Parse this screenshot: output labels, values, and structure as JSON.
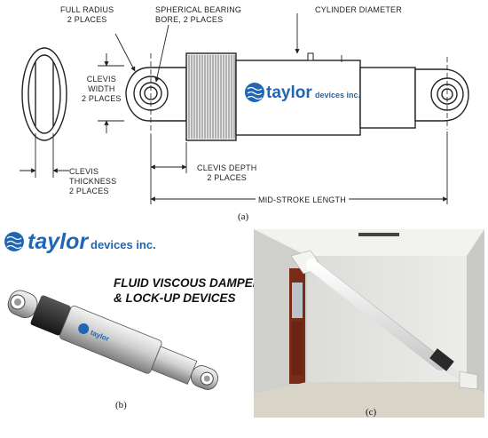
{
  "panel_a": {
    "labels": {
      "full_radius": "FULL RADIUS\n2 PLACES",
      "spherical_bearing": "SPHERICAL BEARING\nBORE, 2 PLACES",
      "cylinder_diameter": "CYLINDER DIAMETER",
      "clevis_width": "CLEVIS\nWIDTH\n2 PLACES",
      "clevis_thickness": "CLEVIS\nTHICKNESS\n2 PLACES",
      "clevis_depth": "CLEVIS DEPTH\n2 PLACES",
      "mid_stroke": "MID-STROKE LENGTH"
    },
    "logo_brand": "taylor",
    "logo_suffix": "devices inc.",
    "caption": "(a)"
  },
  "panel_b": {
    "logo_brand": "taylor",
    "logo_suffix": "devices inc.",
    "slogan_line1": "FLUID VISCOUS DAMPERS",
    "slogan_line2": "& LOCK-UP DEVICES",
    "caption": "(b)"
  },
  "panel_c": {
    "caption": "(c)"
  },
  "colors": {
    "brand_blue": "#1f66b3",
    "line": "#222222",
    "wall": "#e9eae6",
    "floor": "#d8d5c8",
    "door": "#7a2b18"
  }
}
